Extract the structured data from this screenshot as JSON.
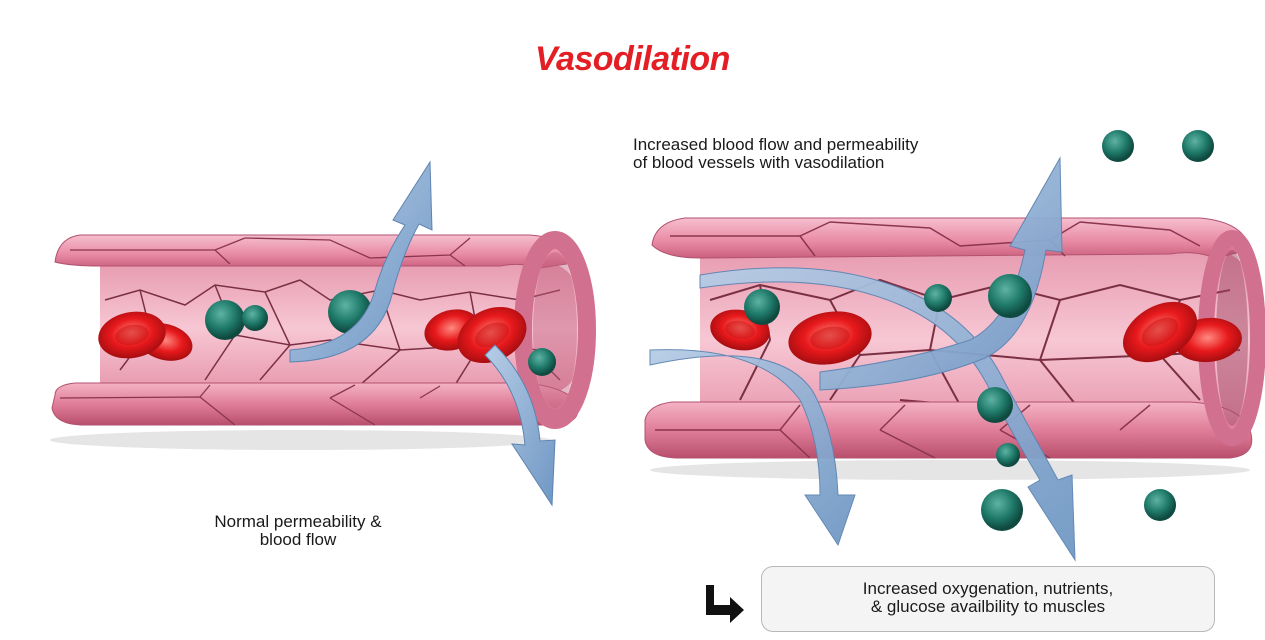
{
  "title": {
    "text": "Vasodilation",
    "color": "#e31e24"
  },
  "left_panel": {
    "caption_lines": [
      "Normal permeability &",
      "blood flow"
    ]
  },
  "right_panel": {
    "caption_lines": [
      "Increased blood flow and permeability",
      "of blood vessels with vasodilation"
    ]
  },
  "result": {
    "lines": [
      "Increased oxygenation, nutrients,",
      "& glucose availbility to muscles"
    ],
    "arrow_icon": "right-turn-arrow-icon"
  },
  "colors": {
    "vessel_outer": "#e07e9a",
    "vessel_inner": "#f4b6c6",
    "vessel_shadow": "#9b4a62",
    "red_blood_cell": "#e8191c",
    "particle": "#1f7a6a",
    "flow_arrow": "#8fb3d9"
  }
}
